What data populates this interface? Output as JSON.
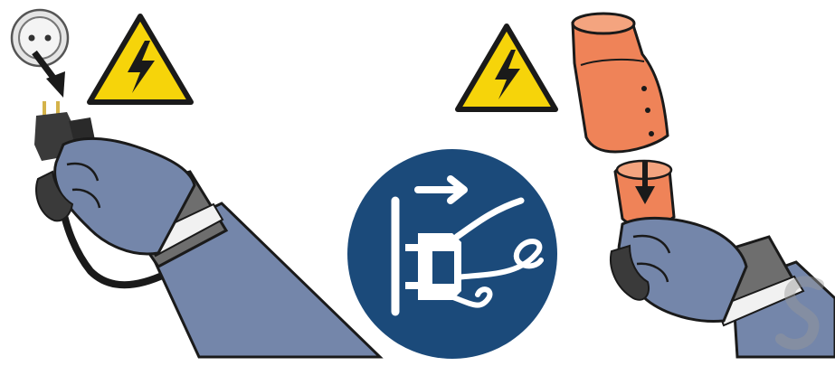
{
  "illustration": {
    "left_panel": {
      "warning": "high-voltage",
      "action": "unplug-plug-from-wall-socket",
      "socket_icon": "socket-outlet-icon",
      "plug_icon": "schuko-plug-icon",
      "hand": "gloved-hand"
    },
    "center_panel": {
      "sign": "disconnect-mains-plug-from-electrical-outlet",
      "icon": "disconnect-plug-icon",
      "colors": {
        "background": "#1b4a7a",
        "symbol": "#ffffff"
      }
    },
    "right_panel": {
      "warning": "high-voltage",
      "action": "disconnect-industrial-connector",
      "connector_icon": "orange-connector-icon",
      "hand": "gloved-hand"
    },
    "colors": {
      "warning_yellow": "#f6d40a",
      "warning_black": "#1a1a1a",
      "glove_blue": "#7085a9",
      "cuff_gray": "#6e6e6e",
      "connector_orange": "#ef8358",
      "sign_blue": "#1b4a7a"
    }
  }
}
